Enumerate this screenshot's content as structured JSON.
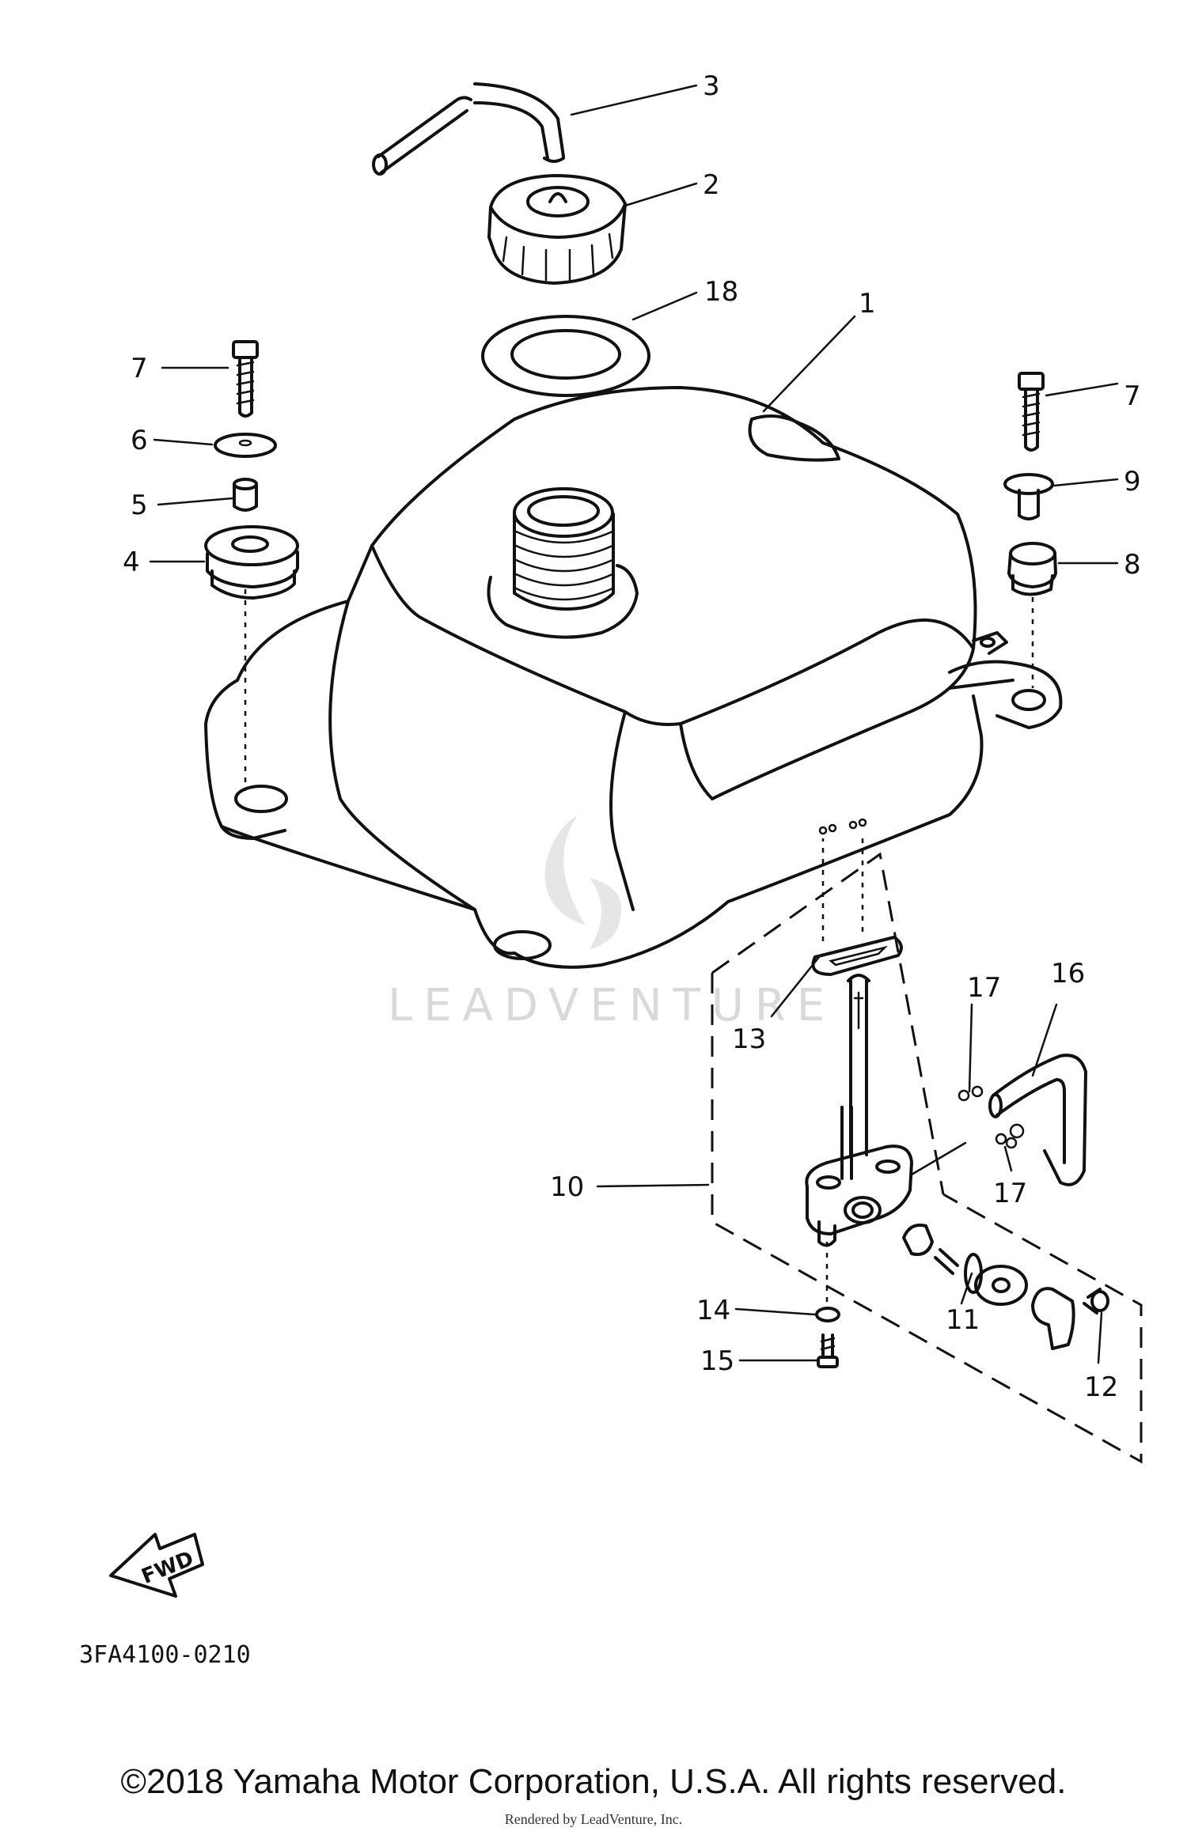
{
  "diagram": {
    "callouts": {
      "c1": "1",
      "c2": "2",
      "c3": "3",
      "c4": "4",
      "c5": "5",
      "c6": "6",
      "c7_left": "7",
      "c7_right": "7",
      "c8": "8",
      "c9": "9",
      "c10": "10",
      "c11": "11",
      "c12": "12",
      "c13": "13",
      "c14": "14",
      "c15": "15",
      "c16": "16",
      "c17_top": "17",
      "c17_bottom": "17",
      "c18": "18"
    },
    "fwd_label": "FWD",
    "part_code": "3FA4100-0210",
    "watermark": "LEADVENTURE",
    "icons": [
      "fuel-tank",
      "filler-cap",
      "breather-hose",
      "fuel-cock",
      "bolt",
      "washer",
      "grommet",
      "fwd-arrow"
    ]
  },
  "footer": {
    "copyright": "©2018 Yamaha Motor Corporation, U.S.A. All rights reserved.",
    "rendered_by": "Rendered by LeadVenture, Inc."
  }
}
